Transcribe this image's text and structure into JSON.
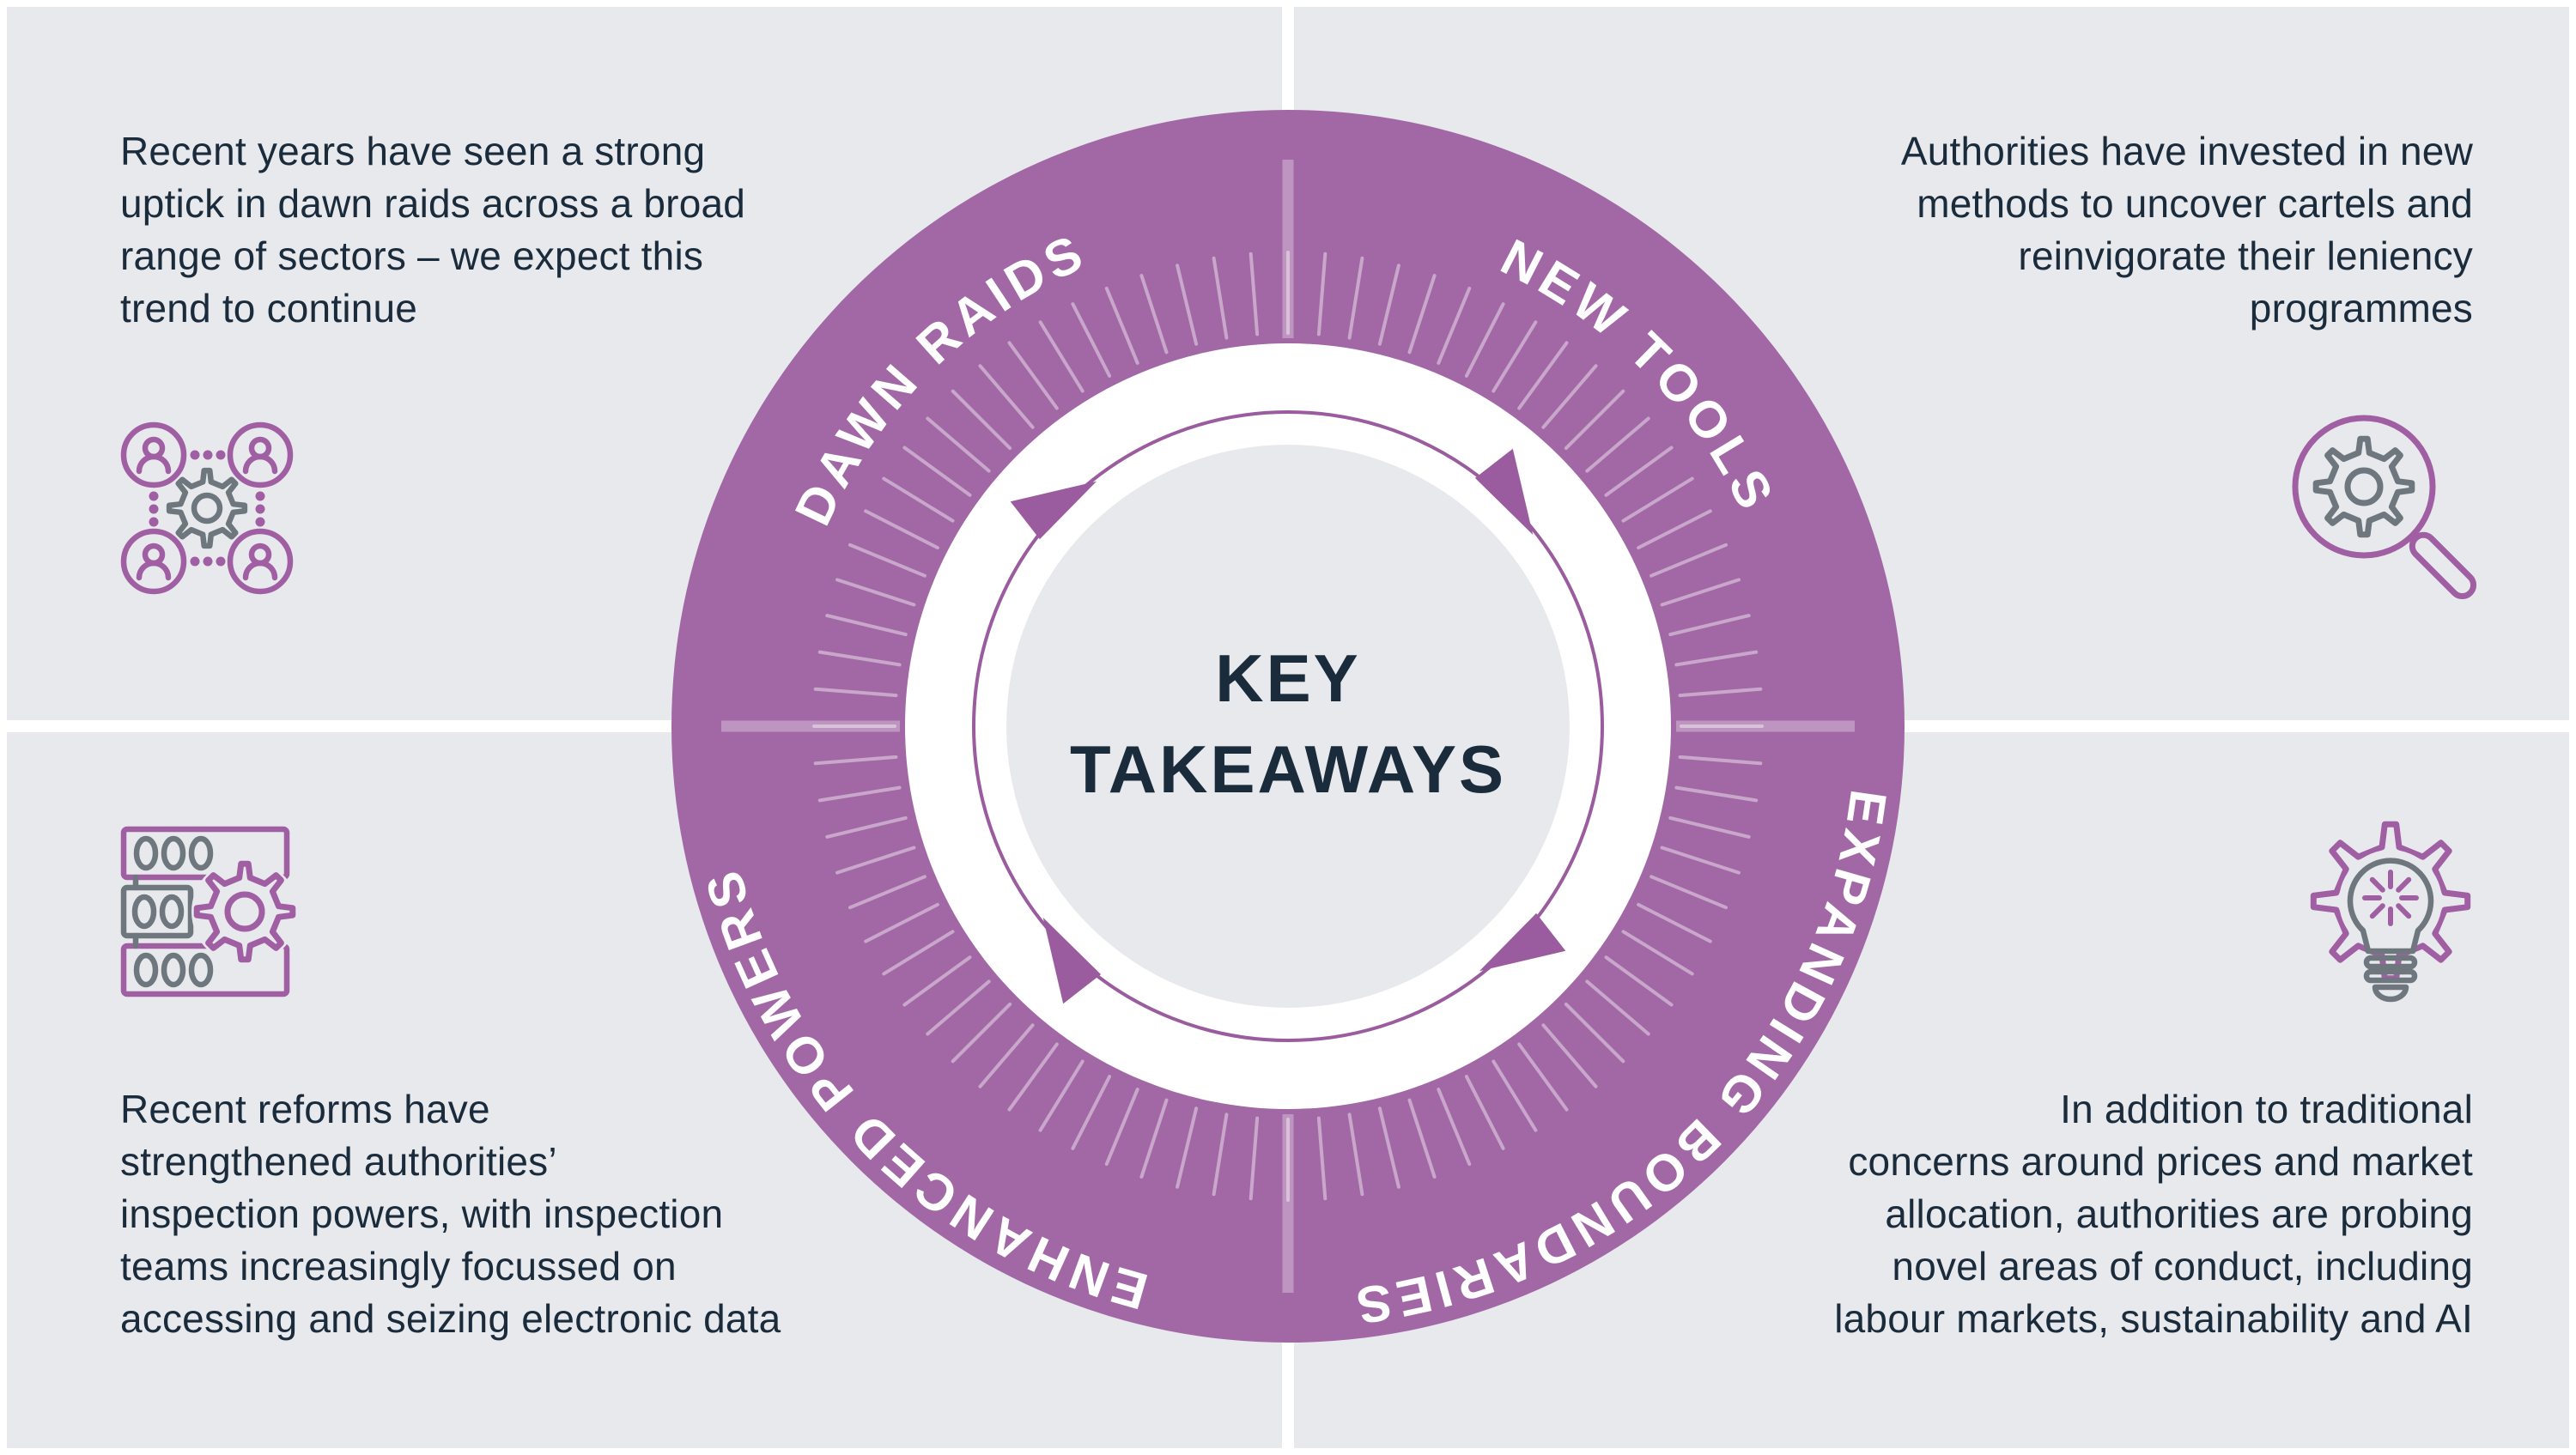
{
  "colors": {
    "background": "#ffffff",
    "panel_gray": "#e8e9ec",
    "ring_purple": "#a268a6",
    "dial_purple": "#9a5c9e",
    "text_navy": "#1a2b3c",
    "icon_gray": "#6e777e",
    "icon_purple": "#a05fa3",
    "label_white": "#ffffff"
  },
  "center": {
    "title": "KEY\nTAKEAWAYS"
  },
  "wheel": {
    "labels": [
      {
        "id": "dawn-raids",
        "text": "DAWN RAIDS"
      },
      {
        "id": "new-tools",
        "text": "NEW TOOLS"
      },
      {
        "id": "enhanced-powers",
        "text": "ENHANCED POWERS"
      },
      {
        "id": "expanding-boundaries",
        "text": "EXPANDING BOUNDARIES"
      }
    ]
  },
  "quadrants": {
    "top_left": {
      "icon": "people-network-icon",
      "text": "Recent years have seen a strong\nuptick in dawn raids across a broad\nrange of sectors – we expect this\ntrend to continue"
    },
    "top_right": {
      "icon": "magnifier-gear-icon",
      "text": "Authorities have invested in new\nmethods to uncover cartels and\nreinvigorate their leniency\nprogrammes"
    },
    "bottom_left": {
      "icon": "server-gear-icon",
      "text": "Recent reforms have\nstrengthened authorities’\ninspection powers, with inspection\nteams increasingly focussed on\naccessing and seizing electronic data"
    },
    "bottom_right": {
      "icon": "gear-lightbulb-icon",
      "text": "In addition to traditional\nconcerns around prices and market\nallocation, authorities are probing\nnovel areas of conduct, including\nlabour markets, sustainability and AI"
    }
  }
}
